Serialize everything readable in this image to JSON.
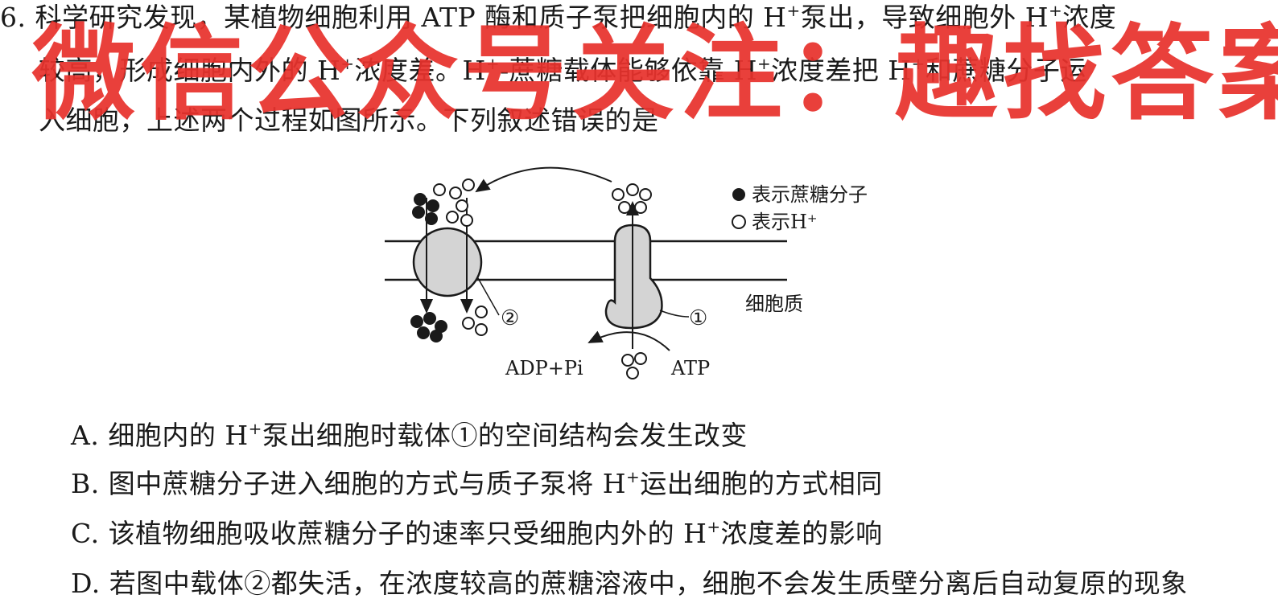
{
  "question": {
    "lines": [
      "6. 科学研究发现，某植物细胞利用 ATP 酶和质子泵把细胞内的 H",
      "较高，形成细胞内外的 H",
      "入细胞，上述两个过程如图所示。下列叙述错误的是"
    ],
    "line1_tail_a": "泵出，导致细胞外 H",
    "line1_tail_b": "浓度",
    "line2_mid_a": "浓度差。H",
    "line2_mid_b": "-蔗糖载体能够依靠 H",
    "line2_mid_c": "浓度差把 H",
    "line2_tail": "和蔗糖分子运",
    "sup_plus": "+"
  },
  "watermark": "微信公众号关注：趣找答案",
  "diagram": {
    "legend_sucrose": "表示蔗糖分子",
    "legend_h": "表示H⁺",
    "label_cytoplasm": "细胞质",
    "label_carrier1": "①",
    "label_carrier2": "②",
    "label_adp": "ADP+Pi",
    "label_atp": "ATP"
  },
  "options": [
    {
      "letter": "A.",
      "text_a": "细胞内的 H",
      "text_b": "泵出细胞时载体①的空间结构会发生改变"
    },
    {
      "letter": "B.",
      "text_a": "图中蔗糖分子进入细胞的方式与质子泵将 H",
      "text_b": "运出细胞的方式相同"
    },
    {
      "letter": "C.",
      "text_a": "该植物细胞吸收蔗糖分子的速率只受细胞内外的 H",
      "text_b": "浓度差的影响"
    },
    {
      "letter": "D.",
      "text_a": "若图中载体②都失活，在浓度较高的蔗糖溶液中，细胞不会发生质壁分离后自动复原的现象",
      "text_b": ""
    }
  ],
  "colors": {
    "watermark": "#e8322d",
    "text": "#1a1a1a",
    "carrier_fill": "#d4d4d4"
  }
}
